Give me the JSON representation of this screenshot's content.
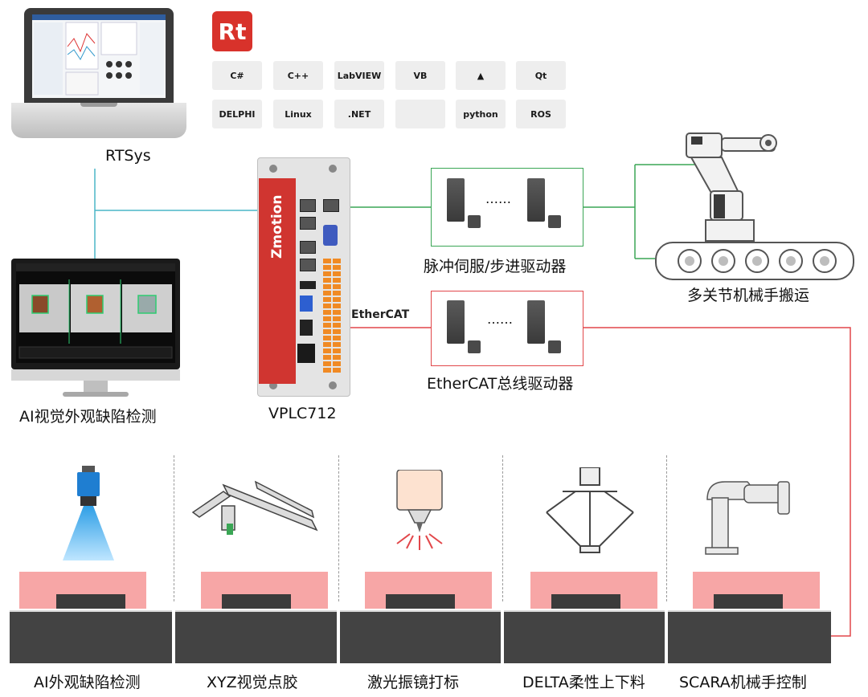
{
  "pc": {
    "label": "RTSys"
  },
  "vision": {
    "label": "AI视觉外观缺陷检测"
  },
  "controller": {
    "brand": "Zmotion",
    "label": "VPLC712"
  },
  "software": {
    "logo": "Rt",
    "icons": [
      {
        "name": "csharp-icon",
        "text": "C#"
      },
      {
        "name": "cpp-icon",
        "text": "C++"
      },
      {
        "name": "labview-icon",
        "text": "LabVIEW"
      },
      {
        "name": "vb-icon",
        "text": "VB"
      },
      {
        "name": "matlab-icon",
        "text": "▲"
      },
      {
        "name": "qt-icon",
        "text": "Qt"
      },
      {
        "name": "delphi-icon",
        "text": "DELPHI"
      },
      {
        "name": "linux-icon",
        "text": "Linux"
      },
      {
        "name": "dotnet-icon",
        "text": ".NET"
      },
      {
        "name": "apple-icon",
        "text": ""
      },
      {
        "name": "python-icon",
        "text": "python"
      },
      {
        "name": "ros-icon",
        "text": "ROS"
      }
    ]
  },
  "pulse_drives": {
    "label": "脉冲伺服/步进驱动器",
    "ellipsis": "……"
  },
  "ethercat_drives": {
    "label": "EtherCAT总线驱动器",
    "ellipsis": "……",
    "bus_logo": "EtherCAT"
  },
  "robot": {
    "label": "多关节机械手搬运"
  },
  "stations": [
    {
      "label": "AI外观缺陷检测"
    },
    {
      "label": "XYZ视觉点胶"
    },
    {
      "label": "激光振镜打标"
    },
    {
      "label": "DELTA柔性上下料"
    },
    {
      "label": "SCARA机械手控制"
    }
  ],
  "colors": {
    "pc_link": "#4ab5c7",
    "pulse_link": "#3aa655",
    "ethercat_link": "#e2474a",
    "brand_red": "#d03530",
    "fixture_pink": "#f7a6a6"
  }
}
